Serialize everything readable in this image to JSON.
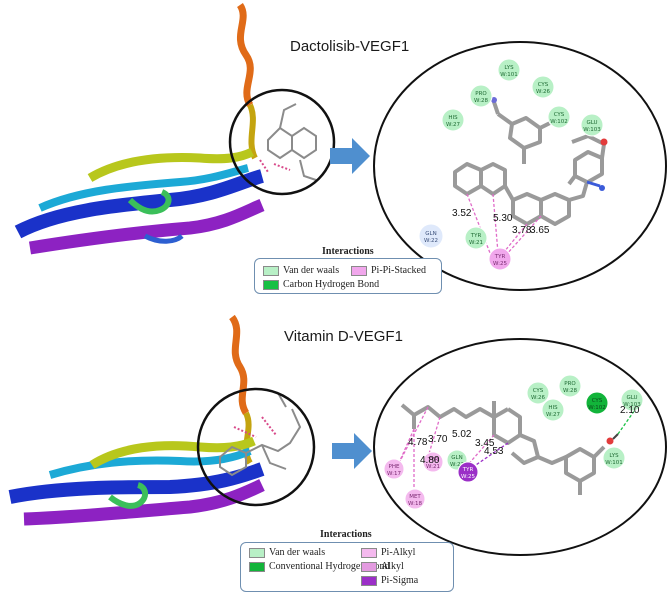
{
  "colors": {
    "vdw": "#b8f0c6",
    "carbon_h_bond": "#17c043",
    "conventional_h_bond": "#12b43a",
    "pi_pi_stacked": "#f1a7ec",
    "pi_alkyl": "#f4b9ee",
    "alkyl": "#e39be0",
    "pi_sigma": "#9b2fc7",
    "arrow": "#4f8fcf",
    "ligand": "#9a9a9a"
  },
  "top": {
    "title": "Dactolisib-VEGF1",
    "legend": {
      "title": "Interactions",
      "items": [
        {
          "label": "Van der waals",
          "color": "#b8f0c6"
        },
        {
          "label": "Pi-Pi-Stacked",
          "color": "#f1a7ec"
        },
        {
          "label": "Carbon Hydrogen Bond",
          "color": "#17c043"
        }
      ]
    },
    "residues": [
      {
        "name": "LYS",
        "num": "W:101"
      },
      {
        "name": "CYS",
        "num": "W:26"
      },
      {
        "name": "PRO",
        "num": "W:28"
      },
      {
        "name": "HIS",
        "num": "W:27"
      },
      {
        "name": "CYS",
        "num": "W:102"
      },
      {
        "name": "GLU",
        "num": "W:103"
      },
      {
        "name": "GLN",
        "num": "W:22"
      },
      {
        "name": "TYR",
        "num": "W:21"
      },
      {
        "name": "TYR",
        "num": "W:25"
      }
    ],
    "distances": [
      "3.52",
      "5.30",
      "3.78",
      "3.65"
    ]
  },
  "bottom": {
    "title": "Vitamin D-VEGF1",
    "legend": {
      "title": "Interactions",
      "items": [
        {
          "label": "Van der waals",
          "color": "#b8f0c6"
        },
        {
          "label": "Pi-Alkyl",
          "color": "#f4b9ee"
        },
        {
          "label": "Conventional Hydrogen Bond",
          "color": "#12b43a"
        },
        {
          "label": "Alkyl",
          "color": "#e39be0"
        },
        {
          "label": "Pi-Sigma",
          "color": "#9b2fc7"
        }
      ]
    },
    "residues": [
      {
        "name": "CYS",
        "num": "W:26"
      },
      {
        "name": "PRO",
        "num": "W:28"
      },
      {
        "name": "HIS",
        "num": "W:27"
      },
      {
        "name": "CYS",
        "num": "W:102"
      },
      {
        "name": "GLU",
        "num": "W:103"
      },
      {
        "name": "LYS",
        "num": "W:101"
      },
      {
        "name": "PHE",
        "num": "W:17"
      },
      {
        "name": "TYR",
        "num": "W:21"
      },
      {
        "name": "GLN",
        "num": "W:22"
      },
      {
        "name": "TYR",
        "num": "W:25"
      },
      {
        "name": "MET",
        "num": "W:18"
      }
    ],
    "distances": [
      "4.78",
      "3.70",
      "4.80",
      "5.02",
      "3.45",
      "4.53",
      "2.10"
    ]
  }
}
